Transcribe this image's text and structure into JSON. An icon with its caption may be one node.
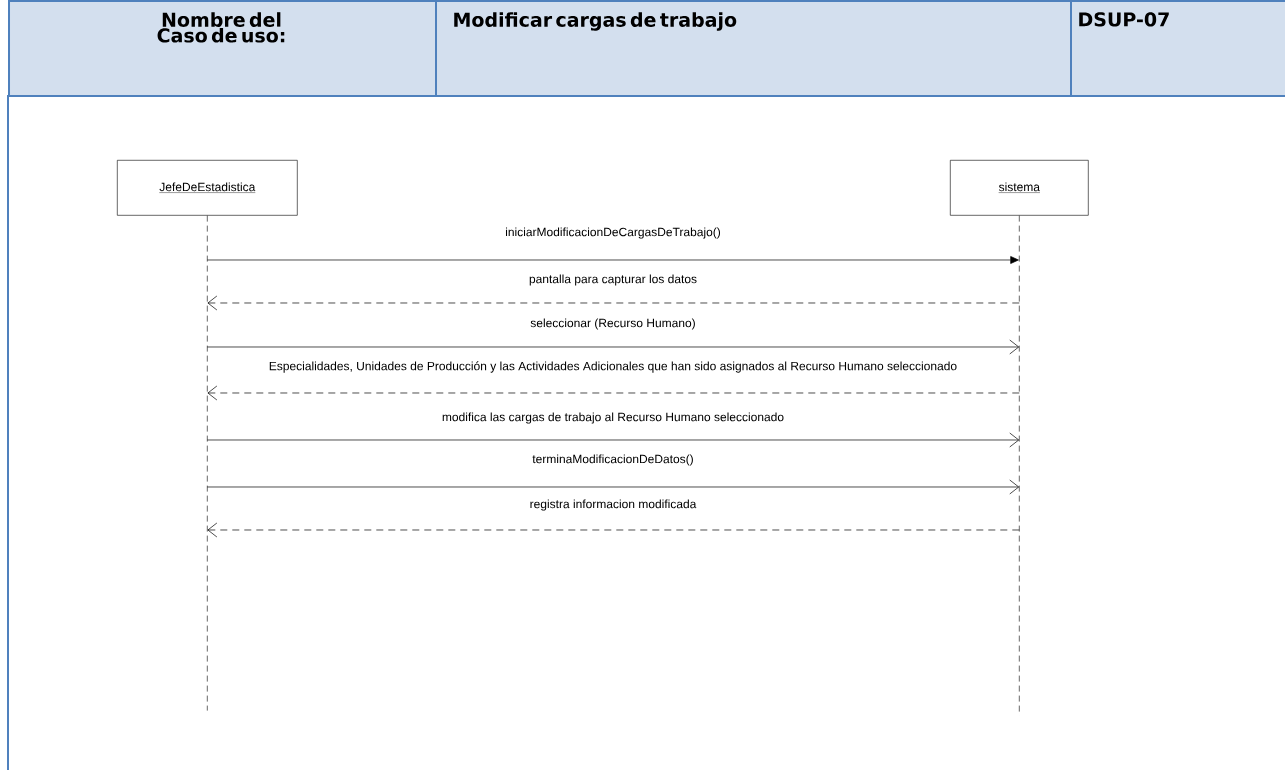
{
  "diagram": {
    "nodes": [
      {
        "text": [
          "Nombre del Caso de uso:"
        ]
      },
      {
        "text": [
          "Modificar cargas de trabajo"
        ]
      },
      {
        "text": [
          "DSUP-07"
        ]
      },
      {
        "text": [
          "JefeDeEstadistica"
        ]
      },
      {
        "text": [
          "sistema"
        ]
      }
    ],
    "edges": [
      {
        "from": 3,
        "to": 4,
        "arrow": "to",
        "label": "iniciarModificacionDeCargasDeTrabajo()"
      },
      {
        "from": 4,
        "to": 3,
        "arrow": "to",
        "style": "dashed",
        "label": "pantalla para capturar los datos"
      },
      {
        "from": 3,
        "to": 4,
        "arrow": "to",
        "label": "seleccionar (Recurso Humano)"
      },
      {
        "from": 4,
        "to": 3,
        "arrow": "to",
        "style": "dashed",
        "label": "Especialidades, Unidades de Producción y las Actividades Adicionales que han sido asignados al Recurso Humano seleccionado"
      },
      {
        "from": 3,
        "to": 4,
        "arrow": "to",
        "label": "modifica las cargas de trabajo al Recurso Humano seleccionado"
      },
      {
        "from": 3,
        "to": 4,
        "arrow": "to",
        "label": "terminaModificacionDeDatos()"
      },
      {
        "from": 4,
        "to": 3,
        "arrow": "to",
        "style": "dashed",
        "label": "registra informacion modificada"
      }
    ]
  }
}
